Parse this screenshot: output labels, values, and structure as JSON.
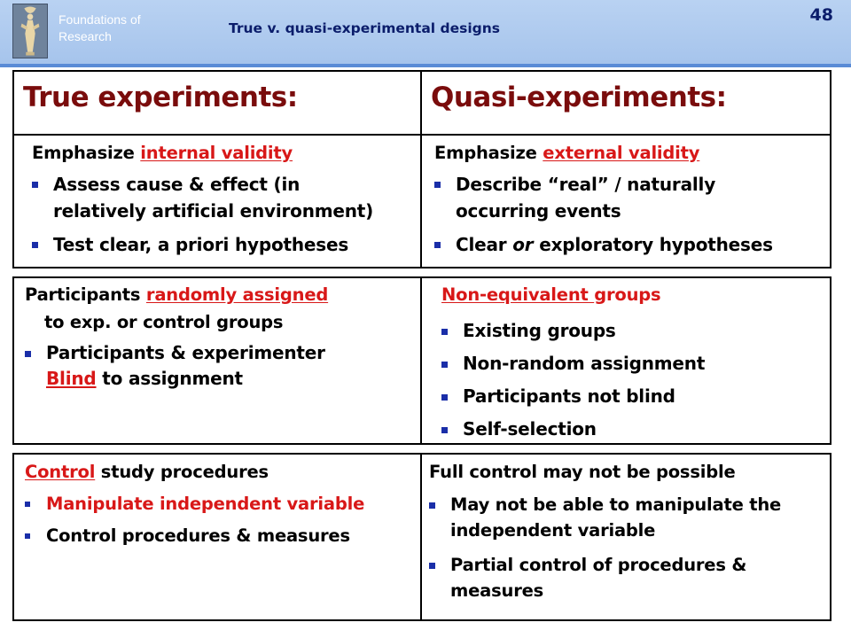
{
  "header": {
    "brand_line1": "Foundations of",
    "brand_line2": "Research",
    "title": "True v. quasi-experimental designs",
    "slide_number": "48"
  },
  "colors": {
    "header_bg": "#b2cdf0",
    "title_text": "#0b1d6b",
    "heading_red": "#7a0c0c",
    "emphasis_red": "#d81818",
    "bullet_blue": "#1a2ea8"
  },
  "top_table": {
    "left_title": "True experiments:",
    "right_title": "Quasi-experiments:",
    "left": {
      "heading_prefix": "Emphasize ",
      "heading_emph": "internal validity",
      "bullets": [
        {
          "line1": "Assess cause & effect (in",
          "line2": "relatively artificial environment)"
        },
        {
          "line1": "Test clear, a priori hypotheses"
        }
      ]
    },
    "right": {
      "heading_prefix": "Emphasize ",
      "heading_emph": "external validity",
      "bullets": [
        {
          "line1": "Describe “real” / naturally",
          "line2": "occurring events"
        },
        {
          "prefix": "Clear ",
          "italic": "or",
          "suffix": " exploratory hypotheses"
        }
      ]
    }
  },
  "middle_table": {
    "left": {
      "heading_prefix": "Participants ",
      "heading_emph": "randomly assigned",
      "heading_line2": "to exp. or control groups",
      "bullet_line1": "Participants & experimenter",
      "bullet_emph": "Blind",
      "bullet_suffix": " to assignment"
    },
    "right": {
      "heading_emph": "Non-equivalent ",
      "heading_suffix": "groups",
      "bullets": [
        "Existing groups",
        "Non-random assignment",
        "Participants not blind",
        "Self-selection"
      ]
    }
  },
  "bottom_table": {
    "left": {
      "heading_emph": "Control",
      "heading_suffix": " study procedures",
      "bullets": [
        "Manipulate independent variable",
        "Control procedures & measures"
      ]
    },
    "right": {
      "heading": "Full control may not be possible",
      "bullets": [
        {
          "line1": "May not be able to manipulate the",
          "line2": "independent variable"
        },
        {
          "line1": "Partial control of procedures &",
          "line2": "measures"
        }
      ]
    }
  }
}
